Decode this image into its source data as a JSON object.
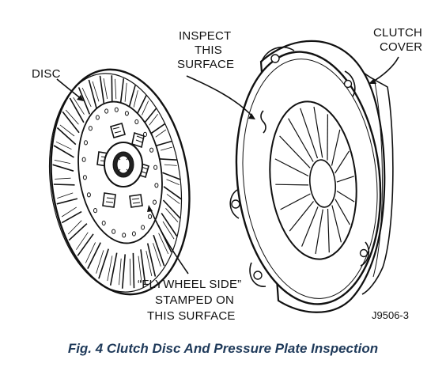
{
  "callouts": {
    "disc": "DISC",
    "inspect_line1": "INSPECT",
    "inspect_line2": "THIS",
    "inspect_line3": "SURFACE",
    "cover_line1": "CLUTCH",
    "cover_line2": "COVER",
    "flywheel_line1": "“FLYWHEEL SIDE”",
    "flywheel_line2": "STAMPED ON",
    "flywheel_line3": "THIS SURFACE"
  },
  "figure_number": "J9506-3",
  "caption": "Fig. 4 Clutch Disc And Pressure Plate Inspection"
}
